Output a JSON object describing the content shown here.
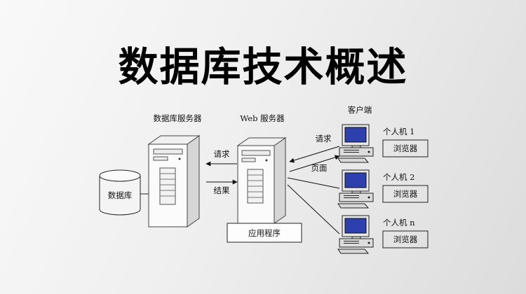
{
  "title": "数据库技术概述",
  "diagram": {
    "database": {
      "label": "数据库"
    },
    "db_server": {
      "label": "数据库服务器"
    },
    "web_server": {
      "label": "Web 服务器"
    },
    "app_box": {
      "label": "应用程序"
    },
    "client_group": {
      "label": "客户端"
    },
    "server_arrows": {
      "request": "请求",
      "result": "结果"
    },
    "client_arrows": {
      "request": "请求",
      "page": "页面"
    },
    "clients": [
      {
        "label": "个人机 1",
        "browser": "浏览器"
      },
      {
        "label": "个人机 2",
        "browser": "浏览器"
      },
      {
        "label": "个人机 n",
        "browser": "浏览器"
      }
    ]
  },
  "colors": {
    "background": "#ededed",
    "title": "#000000",
    "line": "#1a1a1a",
    "screen": "#2e3fae"
  }
}
